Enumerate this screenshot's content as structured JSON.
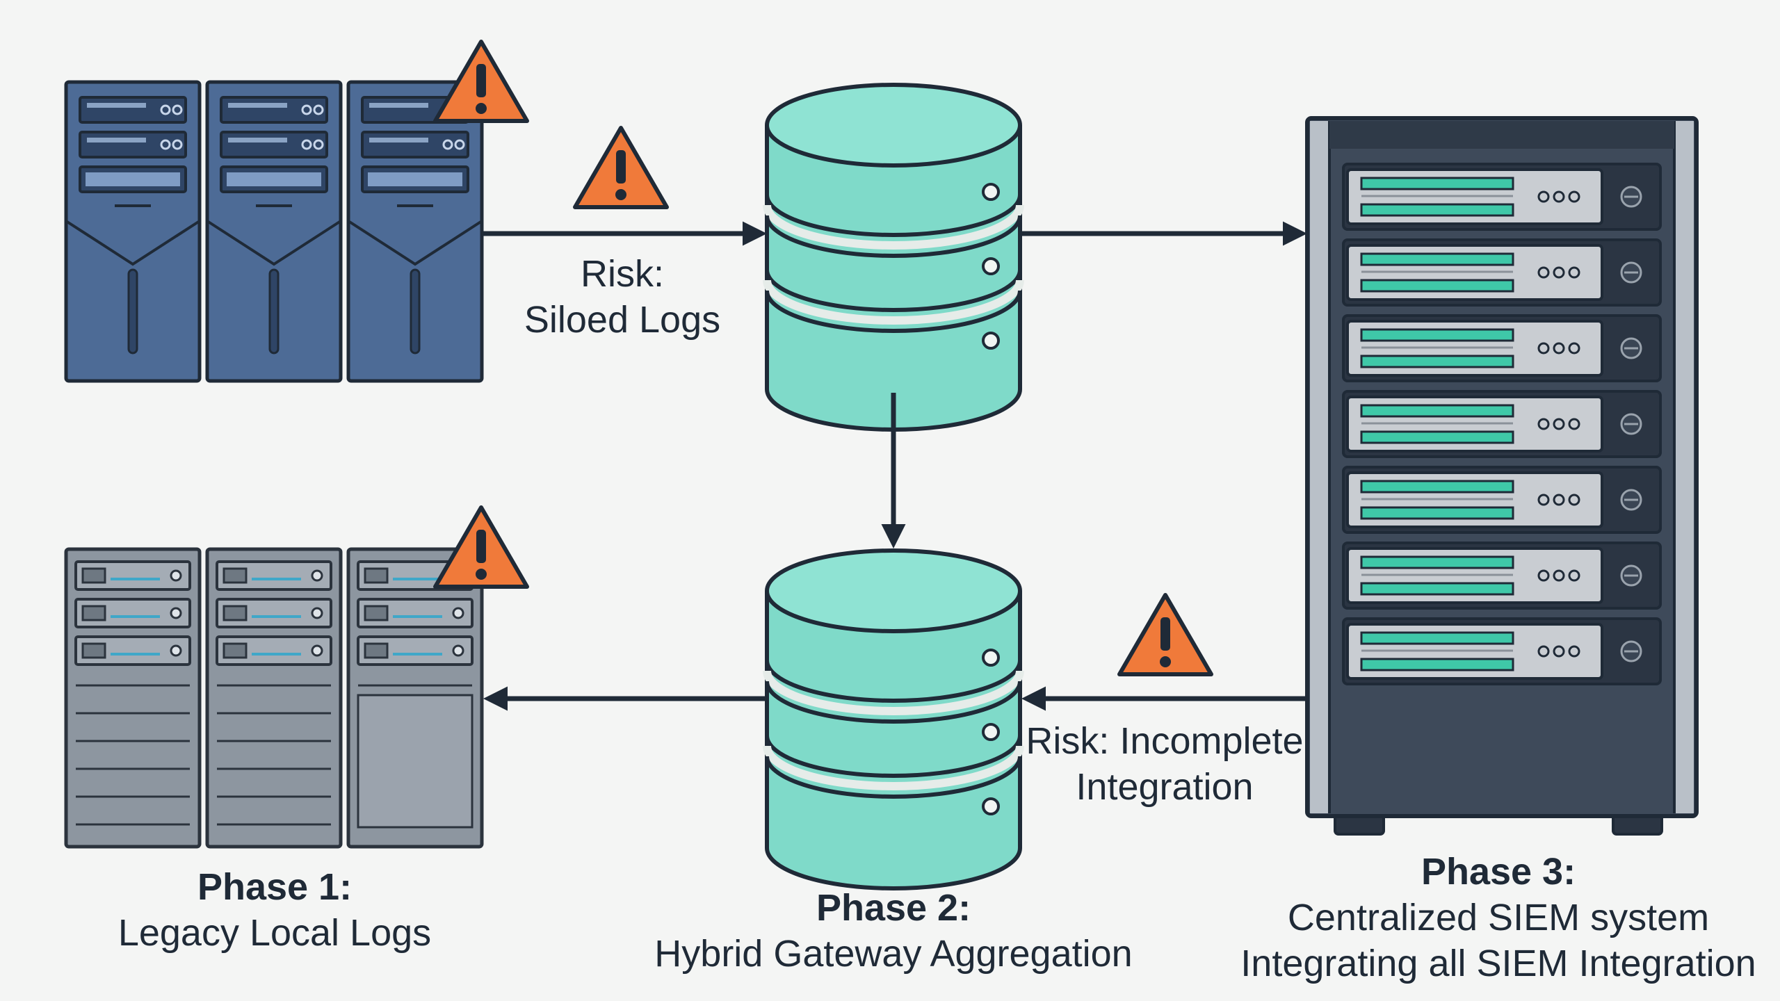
{
  "colors": {
    "background": "#f4f5f4",
    "legacy_tower_blue": "#4d6b96",
    "legacy_rack_gray": "#8d96a0",
    "database_teal": "#7fdac9",
    "siem_rack_dark": "#3e4a5a",
    "siem_led_teal": "#3fc8a8",
    "warning_orange": "#f07a3a",
    "arrow": "#1f2a37"
  },
  "icons": {
    "legacy_servers_top": "server-tower-icon",
    "legacy_servers_bottom": "rack-server-icon",
    "gateway_db": "database-cylinder-icon",
    "siem": "server-rack-icon",
    "warning": "warning-triangle-icon"
  },
  "labels": {
    "risk_siloed": {
      "line1": "Risk:",
      "line2": "Siloed Logs"
    },
    "risk_incomplete": {
      "line1": "Risk: Incomplete",
      "line2": "Integration"
    }
  },
  "phases": [
    {
      "title": "Phase 1:",
      "subtitle": "Legacy Local Logs"
    },
    {
      "title": "Phase 2:",
      "subtitle": "Hybrid Gateway Aggregation"
    },
    {
      "title": "Phase 3:",
      "subtitle": "Centralized SIEM system",
      "subtitle2": "Integrating all SIEM Integration"
    }
  ]
}
